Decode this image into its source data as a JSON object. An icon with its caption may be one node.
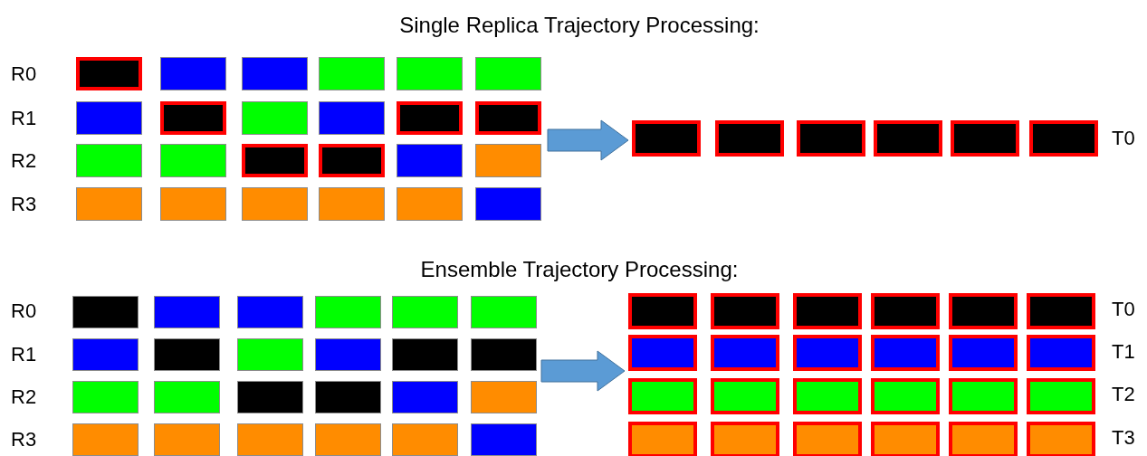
{
  "diagram": {
    "nodes": [
      {
        "text": [],
        "shape": "box"
      },
      {
        "text": [],
        "shape": "box"
      },
      {
        "text": [],
        "shape": "box"
      },
      {
        "text": [],
        "shape": "box"
      },
      {
        "text": [],
        "shape": "box"
      },
      {
        "text": [],
        "shape": "box"
      },
      {
        "text": [],
        "shape": "box"
      },
      {
        "text": [],
        "shape": "box"
      },
      {
        "text": [],
        "shape": "box"
      },
      {
        "text": [],
        "shape": "box"
      },
      {
        "text": [],
        "shape": "box"
      },
      {
        "text": [],
        "shape": "box"
      },
      {
        "text": [],
        "shape": "box"
      },
      {
        "text": [],
        "shape": "box"
      },
      {
        "text": [],
        "shape": "box"
      },
      {
        "text": [],
        "shape": "box"
      },
      {
        "text": [],
        "shape": "box"
      },
      {
        "text": [],
        "shape": "box"
      },
      {
        "text": [],
        "shape": "box"
      },
      {
        "text": [],
        "shape": "box"
      },
      {
        "text": [],
        "shape": "box"
      },
      {
        "text": [],
        "shape": "box"
      },
      {
        "text": [],
        "shape": "box"
      },
      {
        "text": [],
        "shape": "box"
      },
      {
        "text": [],
        "shape": "box"
      },
      {
        "text": [],
        "shape": "box"
      },
      {
        "text": [],
        "shape": "box"
      },
      {
        "text": [],
        "shape": "box"
      },
      {
        "text": [],
        "shape": "box"
      },
      {
        "text": [],
        "shape": "box"
      },
      {
        "text": [],
        "shape": "box"
      },
      {
        "text": [],
        "shape": "box"
      },
      {
        "text": [],
        "shape": "box"
      },
      {
        "text": [],
        "shape": "box"
      },
      {
        "text": [],
        "shape": "box"
      },
      {
        "text": [],
        "shape": "box"
      },
      {
        "text": [],
        "shape": "box"
      },
      {
        "text": [],
        "shape": "box"
      },
      {
        "text": [],
        "shape": "box"
      },
      {
        "text": [],
        "shape": "box"
      },
      {
        "text": [],
        "shape": "box"
      },
      {
        "text": [],
        "shape": "box"
      },
      {
        "text": [],
        "shape": "box"
      },
      {
        "text": [],
        "shape": "box"
      },
      {
        "text": [],
        "shape": "box"
      },
      {
        "text": [],
        "shape": "box"
      },
      {
        "text": [],
        "shape": "box"
      },
      {
        "text": [],
        "shape": "box"
      },
      {
        "text": [],
        "shape": "box"
      },
      {
        "text": [],
        "shape": "box"
      },
      {
        "text": [],
        "shape": "box"
      },
      {
        "text": [],
        "shape": "box"
      },
      {
        "text": [],
        "shape": "box"
      },
      {
        "text": [],
        "shape": "box"
      },
      {
        "text": [],
        "shape": "box"
      },
      {
        "text": [],
        "shape": "box"
      },
      {
        "text": [],
        "shape": "box"
      },
      {
        "text": [],
        "shape": "box"
      },
      {
        "text": [],
        "shape": "box"
      },
      {
        "text": [],
        "shape": "box"
      },
      {
        "text": [],
        "shape": "box"
      },
      {
        "text": [],
        "shape": "box"
      },
      {
        "text": [],
        "shape": "box"
      },
      {
        "text": [],
        "shape": "box"
      },
      {
        "text": [],
        "shape": "box"
      },
      {
        "text": [],
        "shape": "box"
      },
      {
        "text": [],
        "shape": "box"
      },
      {
        "text": [],
        "shape": "box"
      },
      {
        "text": [],
        "shape": "box"
      },
      {
        "text": [],
        "shape": "box"
      },
      {
        "text": [],
        "shape": "box"
      },
      {
        "text": [],
        "shape": "box"
      },
      {
        "text": [],
        "shape": "box"
      },
      {
        "text": [],
        "shape": "box"
      },
      {
        "text": [],
        "shape": "box"
      },
      {
        "text": [],
        "shape": "box"
      },
      {
        "text": [],
        "shape": "box"
      },
      {
        "text": [],
        "shape": "box"
      }
    ],
    "edges": [
      {
        "from": null,
        "to": 24,
        "arrow": "to"
      },
      {
        "from": null,
        "to": 60,
        "arrow": "to"
      }
    ],
    "labels": [
      "Single Replica Trajectory Processing:",
      "R0",
      "R1",
      "R2",
      "R3",
      "T0",
      "Ensemble Trajectory Processing:",
      "R0",
      "R1",
      "R2",
      "R3",
      "T0",
      "T1",
      "T2",
      "T3"
    ]
  }
}
